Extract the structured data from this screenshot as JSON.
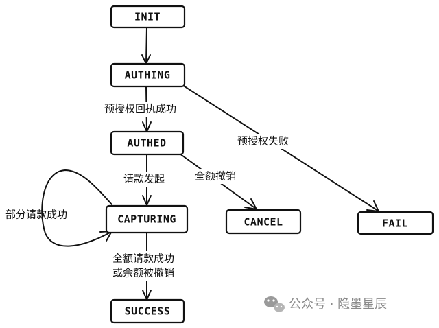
{
  "nodes": {
    "init": "INIT",
    "authing": "AUTHING",
    "authed": "AUTHED",
    "capturing": "CAPTURING",
    "cancel": "CANCEL",
    "fail": "FAIL",
    "success": "SUCCESS"
  },
  "edges": {
    "auth_success": "预授权回执成功",
    "auth_fail": "预授权失败",
    "capture_request": "请款发起",
    "full_cancel": "全额撤销",
    "partial_capture": "部分请款成功",
    "complete_line1": "全额请款成功",
    "complete_line2": "或余额被撤销"
  },
  "watermark": {
    "icon": "wechat-icon",
    "text": "公众号 · 隐墨星辰"
  }
}
